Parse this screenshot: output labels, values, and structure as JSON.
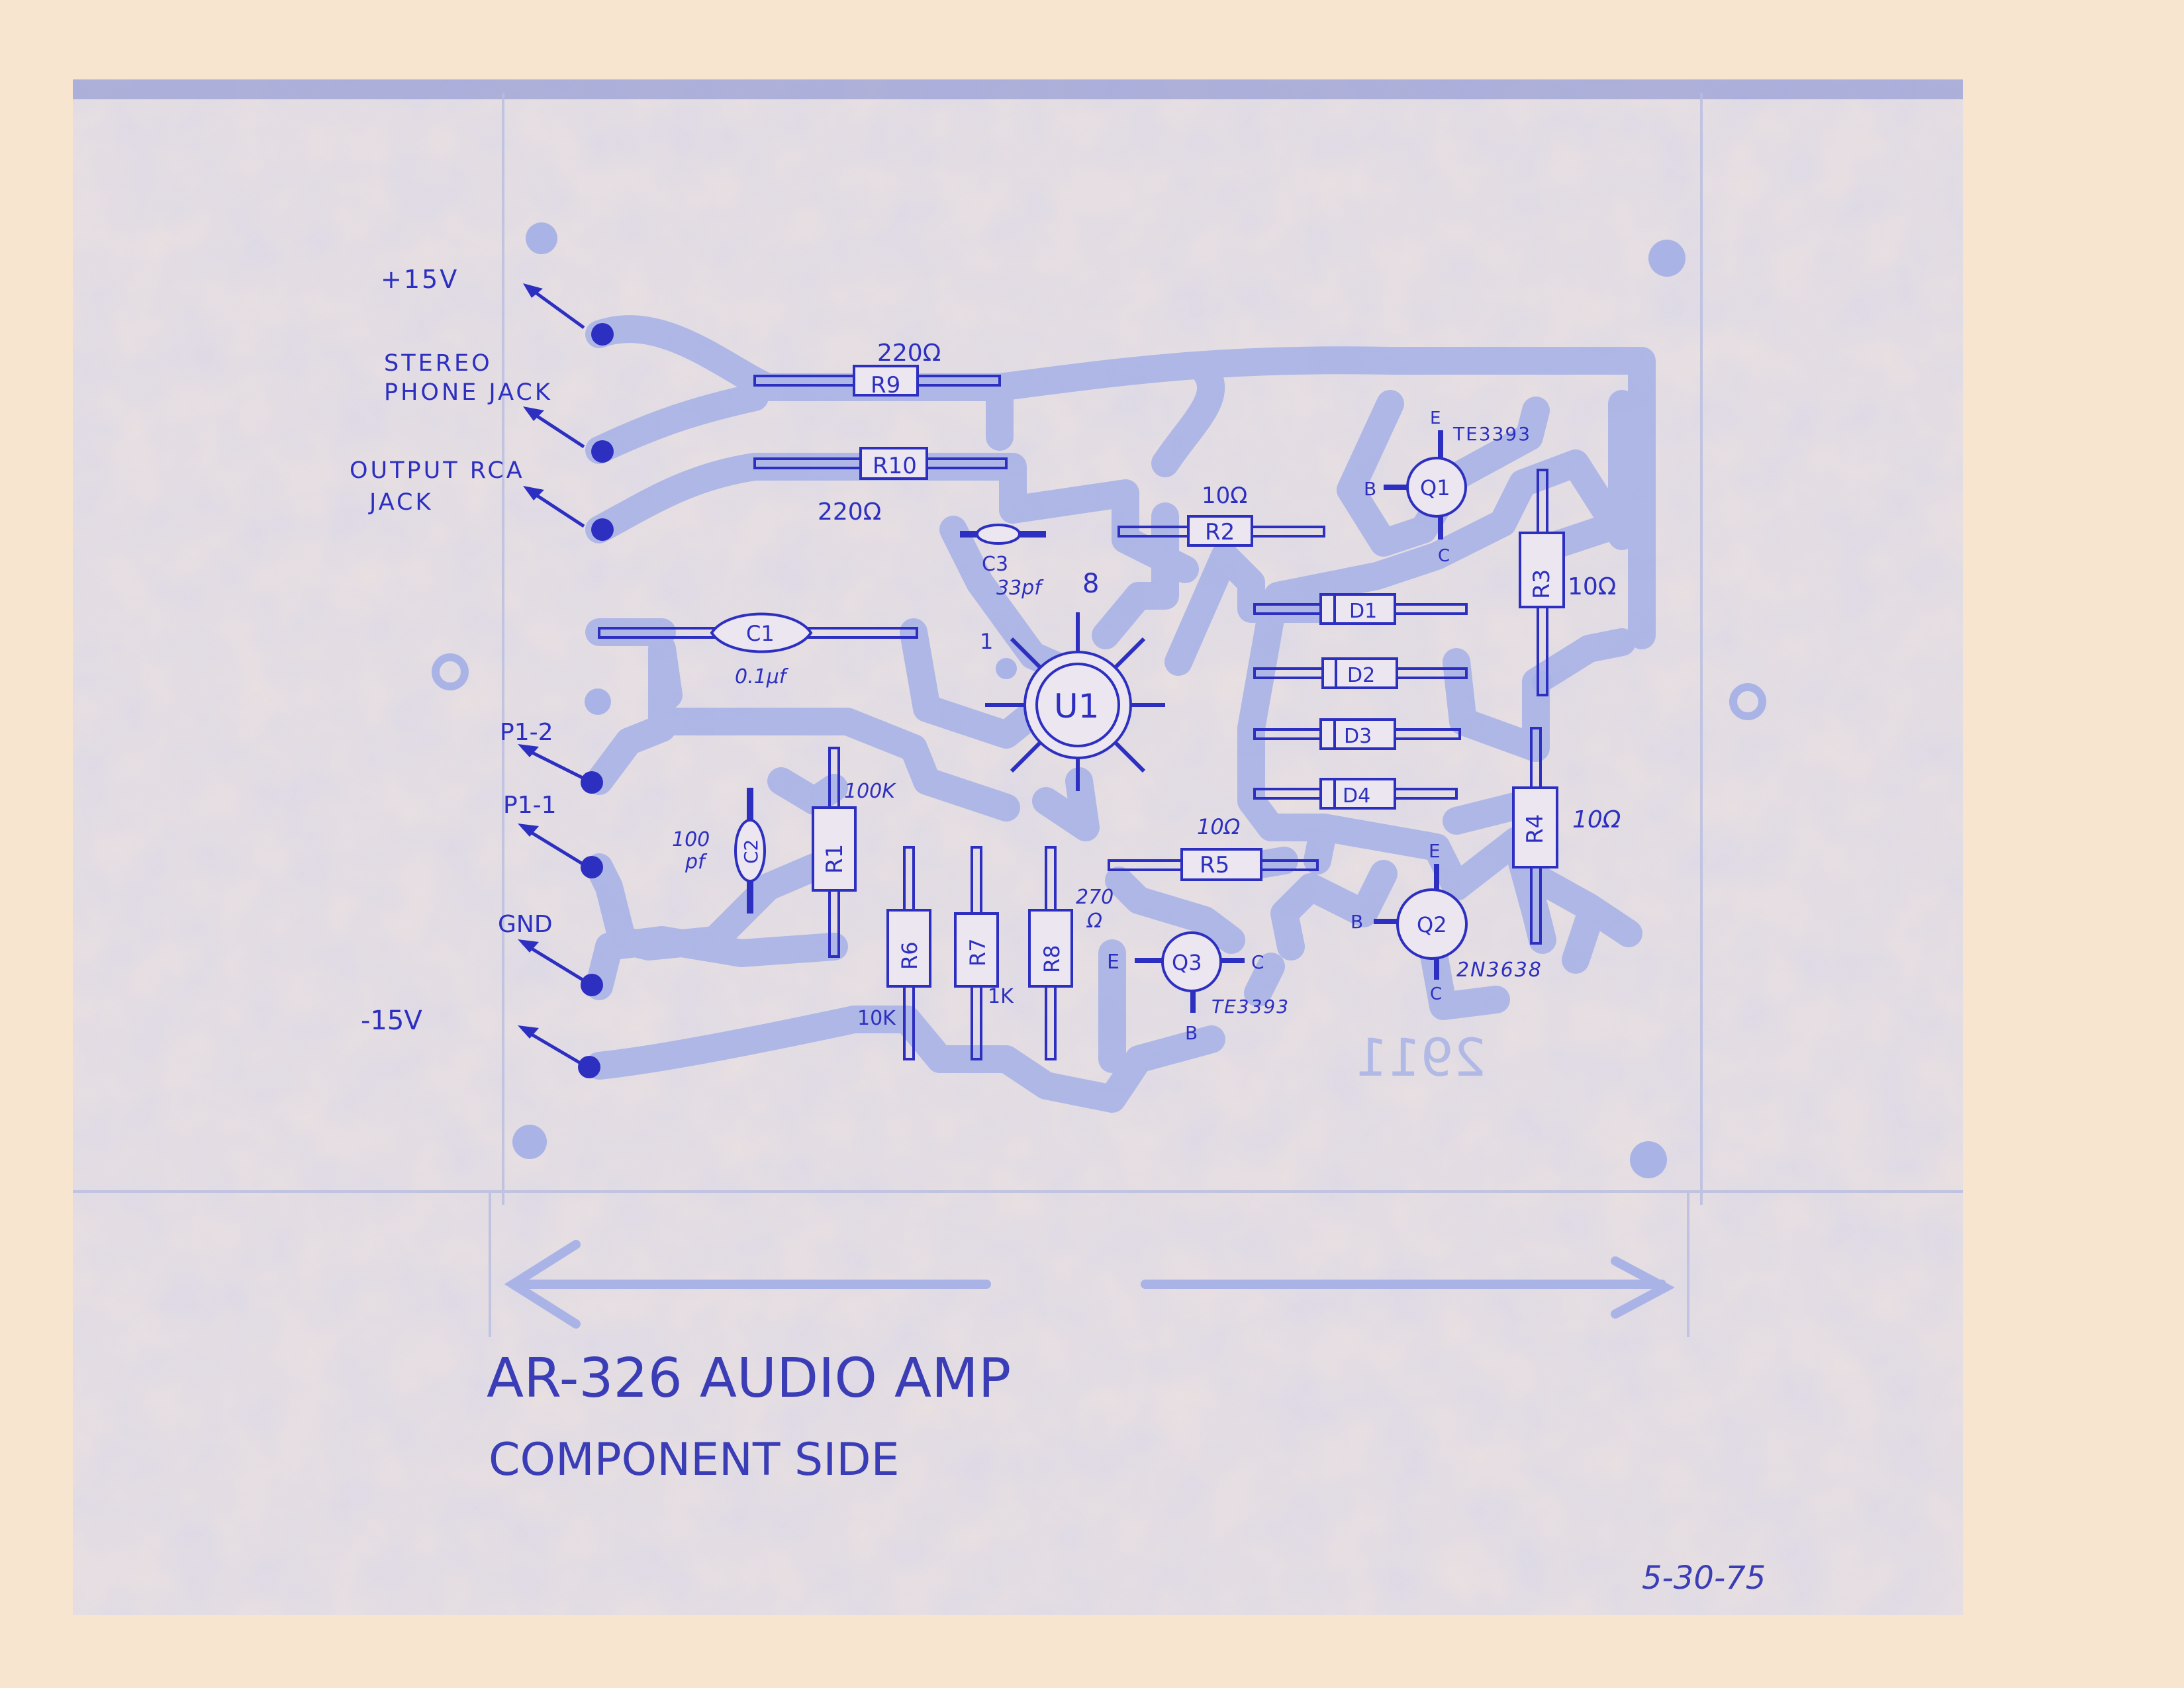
{
  "colors": {
    "paper": "#f7e5cf",
    "print": "#a9b3e6",
    "ink": "#2d2fc0"
  },
  "connectors": {
    "plus15v": "+15V",
    "stereo_phone_jack": "STEREO\nPHONE JACK",
    "output_rca_jack": "OUTPUT  RCA\nJACK",
    "p1_2": "P1-2",
    "p1_1": "P1-1",
    "gnd": "GND",
    "minus15v": "-15V"
  },
  "components": {
    "r9": "R9",
    "r9_value": "220Ω",
    "r10": "R10",
    "r10_value": "220Ω",
    "c3": "C3",
    "c3_value": "33pf",
    "r2": "R2",
    "r2_value": "10Ω",
    "q1": "Q1",
    "q1_part": "TE3393",
    "r3": "R3",
    "r3_value": "10Ω",
    "c1": "C1",
    "c1_value": "0.1μf",
    "u1": "U1",
    "u1_pin1": "1",
    "u1_pin8": "8",
    "d1": "D1",
    "d2": "D2",
    "d3": "D3",
    "d4": "D4",
    "r4": "R4",
    "r4_value": "10Ω",
    "r1": "R1",
    "r1_value": "100K",
    "c2": "C2",
    "c2_value": "100\npf",
    "r5": "R5",
    "r5_value": "10Ω",
    "r6": "R6",
    "r6_value": "10K",
    "r7": "R7",
    "r7_value": "1K",
    "r8": "R8",
    "r8_value": "270\nΩ",
    "q2": "Q2",
    "q2_part": "2N3638",
    "q3": "Q3",
    "q3_part": "TE3393",
    "pin_e": "E",
    "pin_b": "B",
    "pin_c": "C"
  },
  "footer": {
    "title_line1": "AR-326  AUDIO AMP",
    "title_line2": "COMPONENT  SIDE",
    "date": "5-30-75",
    "mirrored_mark": "2911"
  }
}
